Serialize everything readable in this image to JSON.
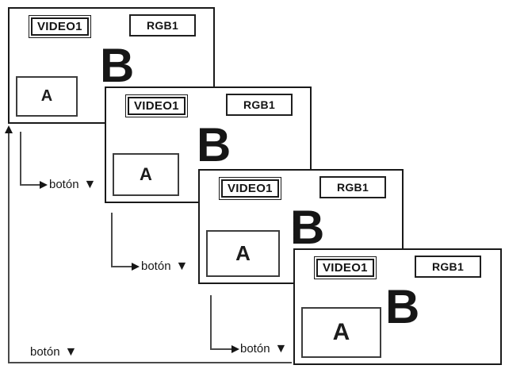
{
  "screens": [
    {
      "input_label": "VIDEO1",
      "source_label": "RGB1",
      "main_letter": "B",
      "pip_letter": "A"
    },
    {
      "input_label": "VIDEO1",
      "source_label": "RGB1",
      "main_letter": "B",
      "pip_letter": "A"
    },
    {
      "input_label": "VIDEO1",
      "source_label": "RGB1",
      "main_letter": "B",
      "pip_letter": "A"
    },
    {
      "input_label": "VIDEO1",
      "source_label": "RGB1",
      "main_letter": "B",
      "pip_letter": "A"
    }
  ],
  "arrows": [
    {
      "label": "botón",
      "symbol": "▼"
    },
    {
      "label": "botón",
      "symbol": "▼"
    },
    {
      "label": "botón",
      "symbol": "▼"
    },
    {
      "label": "botón",
      "symbol": "▼"
    }
  ],
  "colors": {
    "ink": "#1a1a1a",
    "arrow_line": "#4a4a4a",
    "background": "#ffffff"
  }
}
